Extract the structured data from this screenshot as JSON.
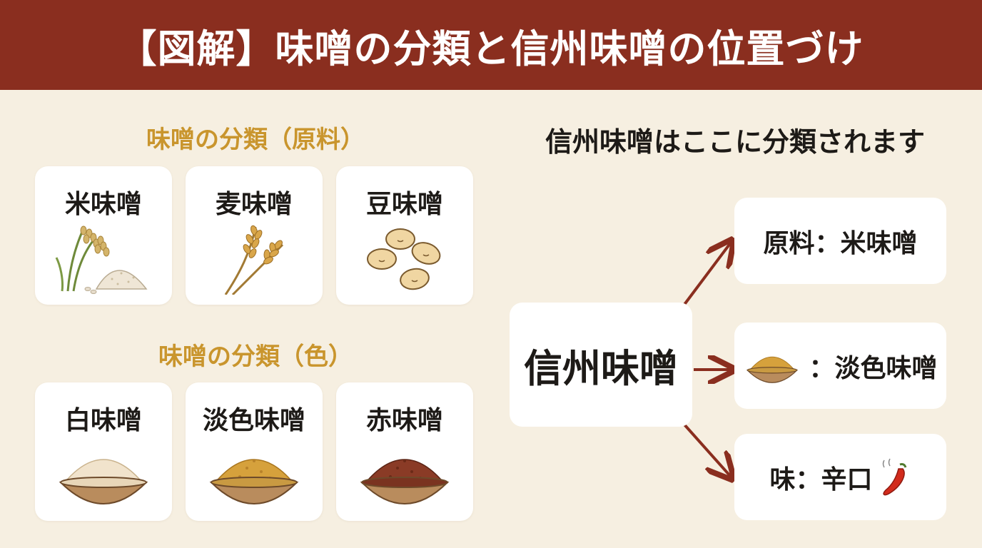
{
  "header": {
    "title": "【図解】味噌の分類と信州味噌の位置づけ"
  },
  "left": {
    "material_title": "味噌の分類（原料）",
    "material_cards": [
      {
        "label": "米味噌",
        "icon": "rice-icon"
      },
      {
        "label": "麦味噌",
        "icon": "wheat-icon"
      },
      {
        "label": "豆味噌",
        "icon": "soybean-icon"
      }
    ],
    "color_title": "味噌の分類（色）",
    "color_cards": [
      {
        "label": "白味噌",
        "icon": "white-miso-bowl-icon",
        "color": "#f1e3cc"
      },
      {
        "label": "淡色味噌",
        "icon": "light-miso-bowl-icon",
        "color": "#d6a13c"
      },
      {
        "label": "赤味噌",
        "icon": "red-miso-bowl-icon",
        "color": "#8a3b26"
      }
    ]
  },
  "right": {
    "title": "信州味噌はここに分類されます",
    "center": "信州味噌",
    "outputs": {
      "material": "原料：米味噌",
      "color": "：淡色味噌",
      "taste": "味：辛口"
    },
    "arrow_color": "#8a2e1f"
  },
  "colors": {
    "header_bg": "#8a2e1f",
    "page_bg": "#f6efe1",
    "section_title": "#c9952d"
  }
}
